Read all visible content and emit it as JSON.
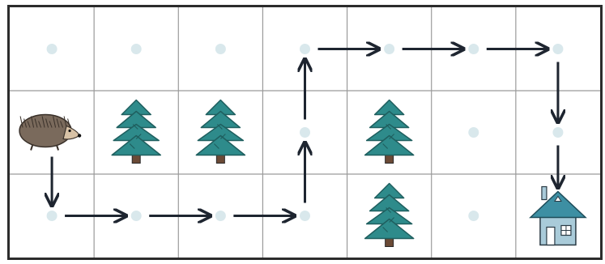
{
  "board": {
    "rows": 3,
    "cols": 7,
    "colors": {
      "grid_line": "#9a9a9a",
      "dot": "#d9e8ec",
      "arrow": "#1e2530",
      "tree": "#2e8b8b",
      "tree_dark": "#1f5f5f",
      "trunk": "#6b4a36",
      "hedgehog_body": "#7a6a5c",
      "house_wall": "#a9cbd9",
      "house_roof": "#3d8fa3"
    },
    "cells": [
      {
        "row": 0,
        "col": 0,
        "item": "dot"
      },
      {
        "row": 0,
        "col": 1,
        "item": "dot"
      },
      {
        "row": 0,
        "col": 2,
        "item": "dot"
      },
      {
        "row": 0,
        "col": 3,
        "item": "dot"
      },
      {
        "row": 0,
        "col": 4,
        "item": "dot"
      },
      {
        "row": 0,
        "col": 5,
        "item": "dot"
      },
      {
        "row": 0,
        "col": 6,
        "item": "dot"
      },
      {
        "row": 1,
        "col": 0,
        "item": "hedgehog-icon"
      },
      {
        "row": 1,
        "col": 1,
        "item": "tree-icon"
      },
      {
        "row": 1,
        "col": 2,
        "item": "tree-icon"
      },
      {
        "row": 1,
        "col": 3,
        "item": "dot"
      },
      {
        "row": 1,
        "col": 4,
        "item": "tree-icon"
      },
      {
        "row": 1,
        "col": 5,
        "item": "dot"
      },
      {
        "row": 1,
        "col": 6,
        "item": "dot"
      },
      {
        "row": 2,
        "col": 0,
        "item": "dot"
      },
      {
        "row": 2,
        "col": 1,
        "item": "dot"
      },
      {
        "row": 2,
        "col": 2,
        "item": "dot"
      },
      {
        "row": 2,
        "col": 3,
        "item": "dot"
      },
      {
        "row": 2,
        "col": 4,
        "item": "tree-icon"
      },
      {
        "row": 2,
        "col": 5,
        "item": "dot"
      },
      {
        "row": 2,
        "col": 6,
        "item": "house-icon"
      }
    ],
    "path": [
      {
        "row": 1,
        "col": 0
      },
      {
        "row": 2,
        "col": 0
      },
      {
        "row": 2,
        "col": 1
      },
      {
        "row": 2,
        "col": 2
      },
      {
        "row": 2,
        "col": 3
      },
      {
        "row": 1,
        "col": 3
      },
      {
        "row": 0,
        "col": 3
      },
      {
        "row": 0,
        "col": 4
      },
      {
        "row": 0,
        "col": 5
      },
      {
        "row": 0,
        "col": 6
      },
      {
        "row": 1,
        "col": 6
      },
      {
        "row": 2,
        "col": 6
      }
    ]
  }
}
